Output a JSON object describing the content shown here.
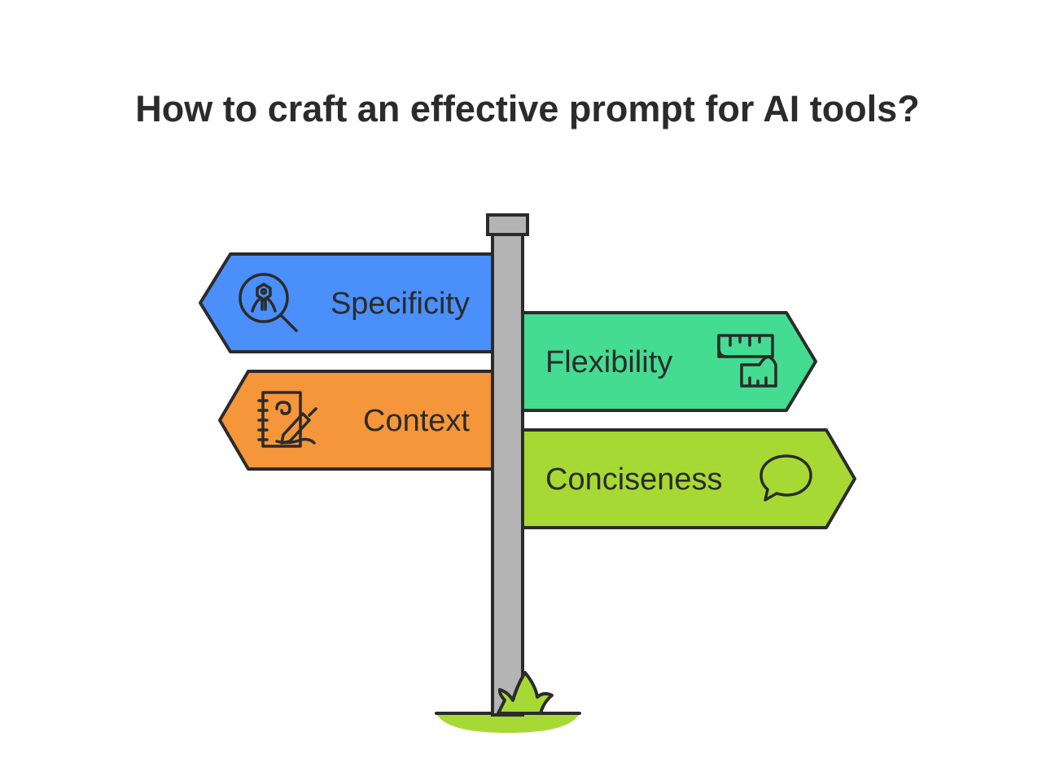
{
  "title": "How to craft an effective prompt for AI tools?",
  "signs": [
    {
      "label": "Specificity",
      "color": "#4b8ffa",
      "icon": "magnifier-gear-icon",
      "direction": "left"
    },
    {
      "label": "Flexibility",
      "color": "#43dc91",
      "icon": "measuring-tape-icon",
      "direction": "right"
    },
    {
      "label": "Context",
      "color": "#f5963a",
      "icon": "notebook-pen-icon",
      "direction": "left"
    },
    {
      "label": "Conciseness",
      "color": "#a7d935",
      "icon": "speech-bubble-icon",
      "direction": "right"
    }
  ],
  "colors": {
    "pole": "#b4b4b4",
    "outline": "#2b2b2b",
    "grass": "#a7d935"
  }
}
